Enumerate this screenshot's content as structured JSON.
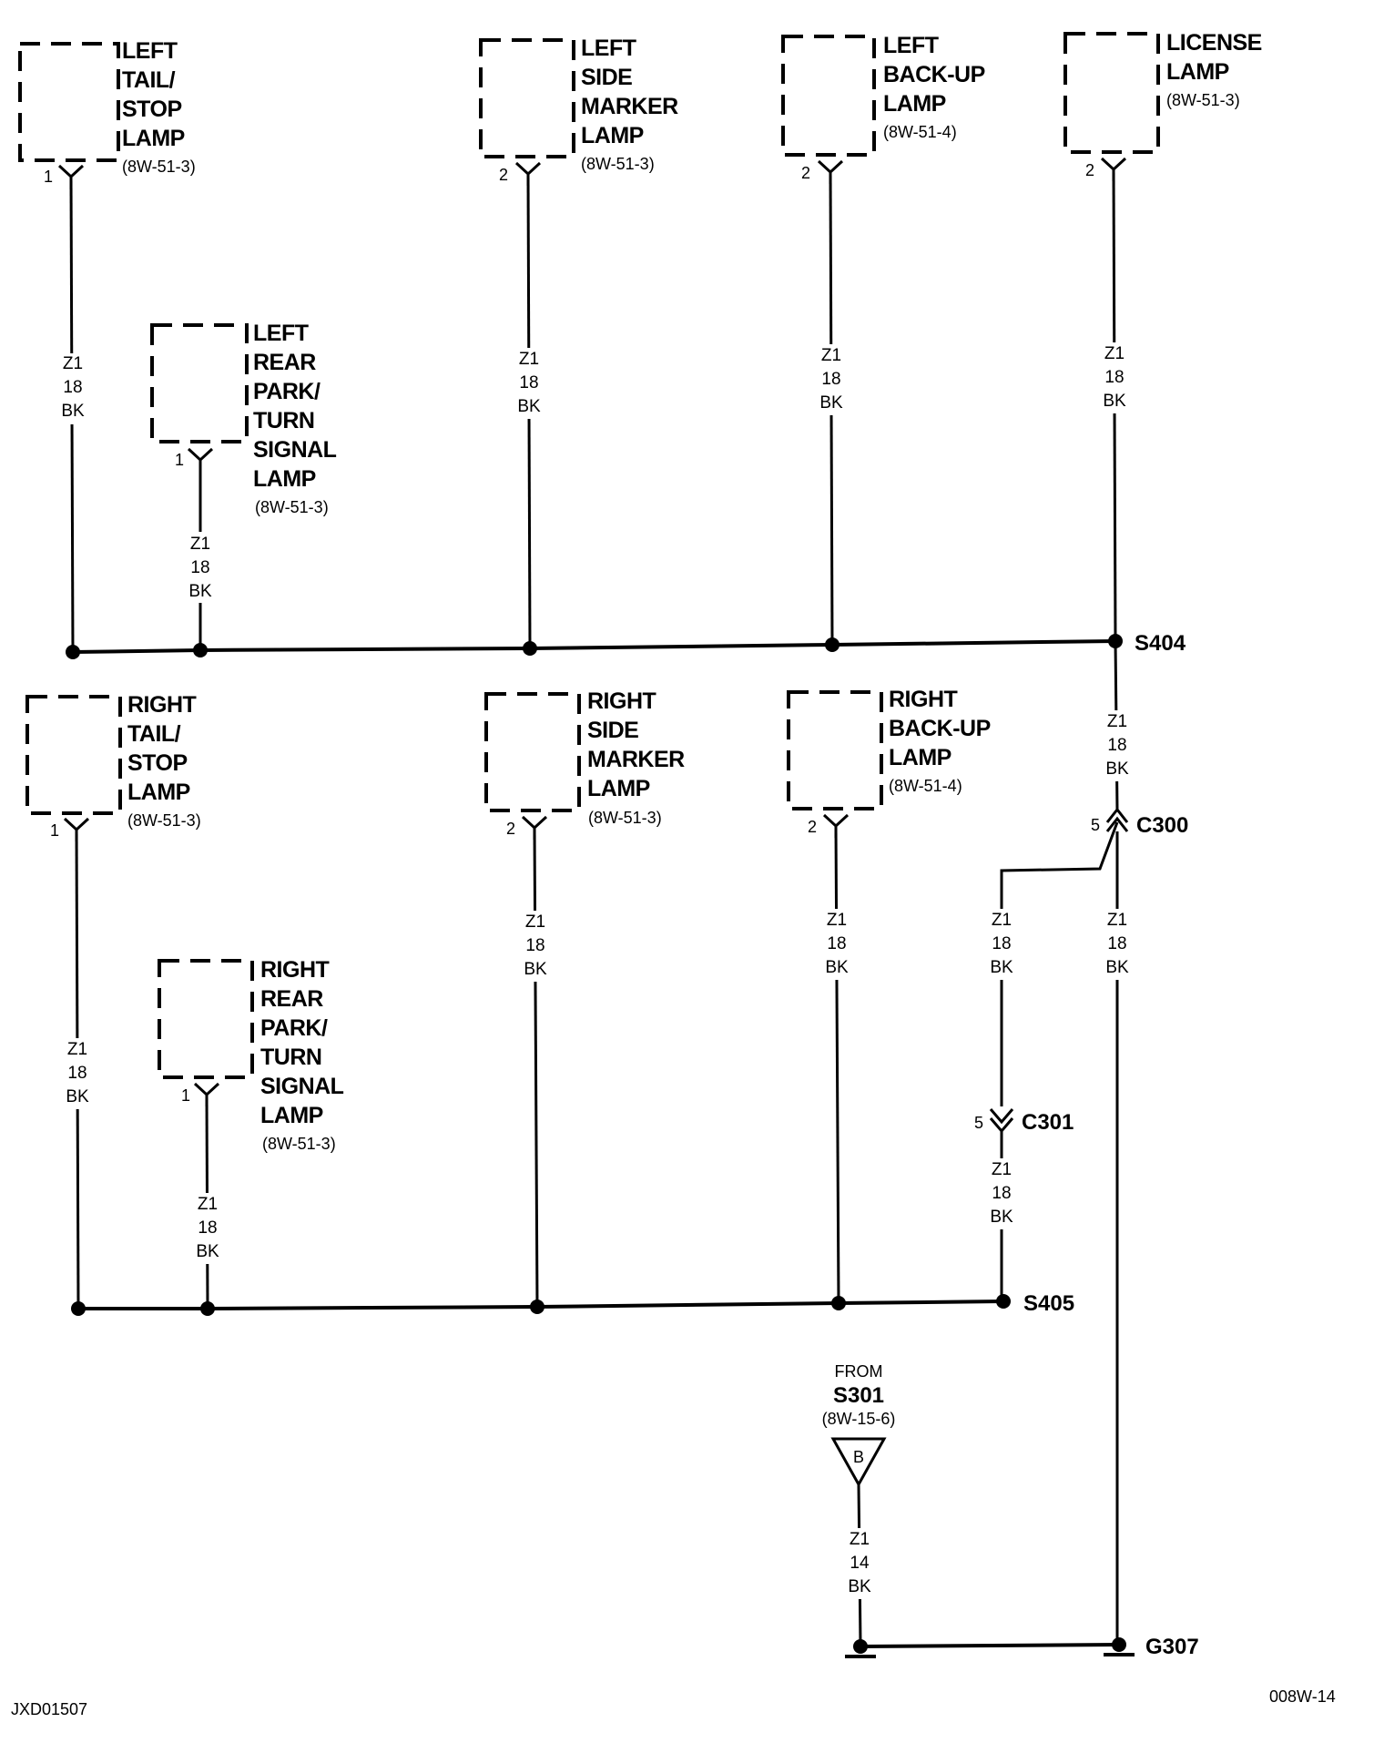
{
  "components": {
    "left_tail_stop": {
      "title": [
        "LEFT",
        "TAIL/",
        "STOP",
        "LAMP"
      ],
      "ref": "(8W-51-3)",
      "pin": "1",
      "wire": [
        "Z1",
        "18",
        "BK"
      ]
    },
    "left_side_marker": {
      "title": [
        "LEFT",
        "SIDE",
        "MARKER",
        "LAMP"
      ],
      "ref": "(8W-51-3)",
      "pin": "2",
      "wire": [
        "Z1",
        "18",
        "BK"
      ]
    },
    "left_backup": {
      "title": [
        "LEFT",
        "BACK-UP",
        "LAMP"
      ],
      "ref": "(8W-51-4)",
      "pin": "2",
      "wire": [
        "Z1",
        "18",
        "BK"
      ]
    },
    "license": {
      "title": [
        "LICENSE",
        "LAMP"
      ],
      "ref": "(8W-51-3)",
      "pin": "2",
      "wire": [
        "Z1",
        "18",
        "BK"
      ]
    },
    "left_rear_park": {
      "title": [
        "LEFT",
        "REAR",
        "PARK/",
        "TURN",
        "SIGNAL",
        "LAMP"
      ],
      "ref": "(8W-51-3)",
      "pin": "1",
      "wire": [
        "Z1",
        "18",
        "BK"
      ]
    },
    "right_tail_stop": {
      "title": [
        "RIGHT",
        "TAIL/",
        "STOP",
        "LAMP"
      ],
      "ref": "(8W-51-3)",
      "pin": "1",
      "wire": [
        "Z1",
        "18",
        "BK"
      ]
    },
    "right_side_marker": {
      "title": [
        "RIGHT",
        "SIDE",
        "MARKER",
        "LAMP"
      ],
      "ref": "(8W-51-3)",
      "pin": "2",
      "wire": [
        "Z1",
        "18",
        "BK"
      ]
    },
    "right_backup": {
      "title": [
        "RIGHT",
        "BACK-UP",
        "LAMP"
      ],
      "ref": "(8W-51-4)",
      "pin": "2",
      "wire": [
        "Z1",
        "18",
        "BK"
      ]
    },
    "right_rear_park": {
      "title": [
        "RIGHT",
        "REAR",
        "PARK/",
        "TURN",
        "SIGNAL",
        "LAMP"
      ],
      "ref": "(8W-51-3)",
      "pin": "1",
      "wire": [
        "Z1",
        "18",
        "BK"
      ]
    }
  },
  "splices": {
    "s404": "S404",
    "s405": "S405"
  },
  "connectors": {
    "c300": {
      "label": "C300",
      "pin": "5"
    },
    "c301": {
      "label": "C301",
      "pin": "5"
    }
  },
  "wires": {
    "s404_to_c300": [
      "Z1",
      "18",
      "BK"
    ],
    "c300_to_c301": [
      "Z1",
      "18",
      "BK"
    ],
    "c300_to_g307": [
      "Z1",
      "18",
      "BK"
    ],
    "c301_to_s405": [
      "Z1",
      "18",
      "BK"
    ],
    "from_to_ground": [
      "Z1",
      "14",
      "BK"
    ]
  },
  "from": {
    "label": "FROM",
    "source": "S301",
    "ref": "(8W-15-6)",
    "letter": "B"
  },
  "ground": {
    "label": "G307"
  },
  "footer": {
    "left": "JXD01507",
    "right": "008W-14"
  }
}
